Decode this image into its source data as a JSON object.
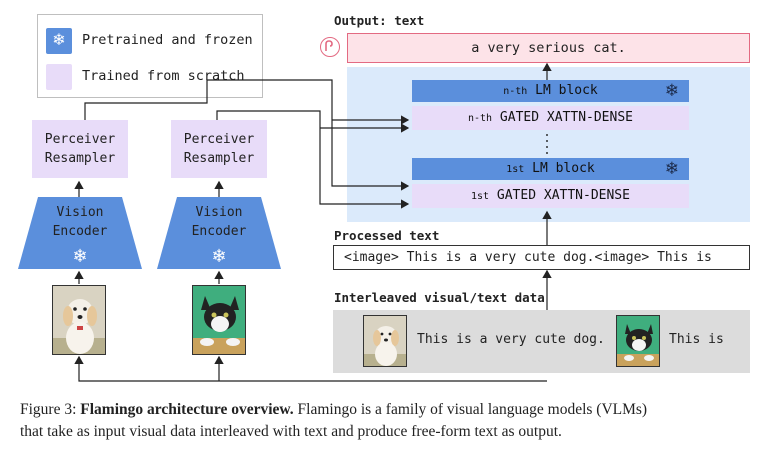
{
  "legend": {
    "frozen_label": "Pretrained and frozen",
    "scratch_label": "Trained from scratch"
  },
  "left_column": {
    "perceiver_label": "Perceiver\nResampler",
    "encoder_label": "Vision\nEncoder"
  },
  "right_column": {
    "perceiver_label": "Perceiver\nResampler",
    "encoder_label": "Vision\nEncoder"
  },
  "output": {
    "title": "Output: text",
    "text": "a very serious cat."
  },
  "lm_stack": {
    "nth_block_prefix": "n-th",
    "nth_block_label": "LM block",
    "nth_xattn_prefix": "n-th",
    "nth_xattn_label": "GATED XATTN-DENSE",
    "first_block_prefix": "1st",
    "first_block_label": "LM block",
    "first_xattn_prefix": "1st",
    "first_xattn_label": "GATED XATTN-DENSE"
  },
  "processed": {
    "title": "Processed text",
    "text": "<image> This is a very cute dog.<image> This is"
  },
  "interleaved": {
    "title": "Interleaved visual/text data",
    "text1": "This is a very cute dog.",
    "text2": "This is"
  },
  "caption": {
    "label": "Figure 3:",
    "title": "Flamingo architecture overview.",
    "body_line1": "Flamingo is a family of visual language models (VLMs)",
    "body_line2": "that take as input visual data interleaved with text and produce free-form text as output."
  },
  "colors": {
    "frozen": "#5b8fdc",
    "scratch": "#e8dcf9",
    "lm_panel": "#dbeafb",
    "output_box": "#fde3e8",
    "output_border": "#e36a82"
  }
}
